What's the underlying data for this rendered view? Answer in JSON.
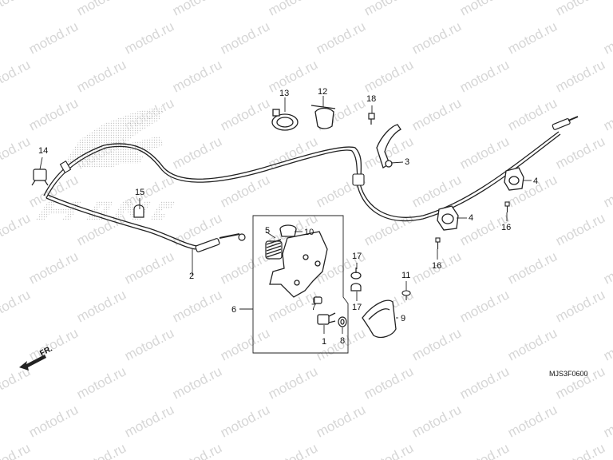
{
  "watermark": "motod.ru",
  "diagram_code": "MJS3F0600",
  "direction_label": "FR.",
  "callouts": {
    "c1": "1",
    "c2": "2",
    "c3": "3",
    "c4a": "4",
    "c4b": "4",
    "c5": "5",
    "c6": "6",
    "c7": "7",
    "c8": "8",
    "c9": "9",
    "c10": "10",
    "c11": "11",
    "c12": "12",
    "c13": "13",
    "c14": "14",
    "c15": "15",
    "c16a": "16",
    "c16b": "16",
    "c17a": "17",
    "c17b": "17",
    "c18": "18"
  },
  "colors": {
    "line": "#222222",
    "watermark": "#c9c9c9",
    "logo": "#b8b8b8"
  },
  "icons": {
    "direction": "fr-arrow-icon"
  }
}
